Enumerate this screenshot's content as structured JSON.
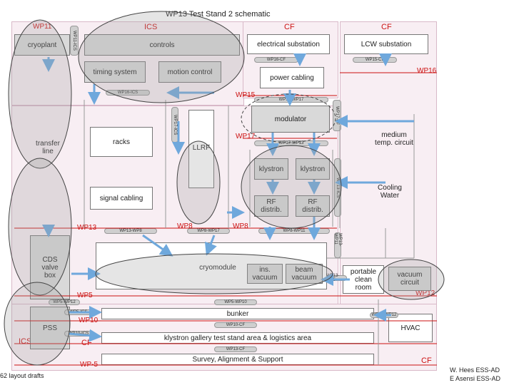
{
  "title": "WP13 Test Stand 2 schematic",
  "headers": {
    "ics_top": "ICS",
    "cf_top_left": "CF",
    "cf_top_right": "CF",
    "ics_bottom": "ICS",
    "cf_bottom": "CF",
    "cf_bottom_right": "CF"
  },
  "wp_labels": {
    "wp11": "WP11",
    "wp16": "WP16",
    "wp15": "WP15",
    "wp17": "WP17",
    "wp13": "WP13",
    "wp8a": "WP8",
    "wp8b": "WP8",
    "wp5a": "WP5",
    "wp10": "WP10",
    "wp12": "WP12",
    "wp5b": "WP-5"
  },
  "boxes": {
    "cryoplant": "cryoplant",
    "controls": "controls",
    "timing_system": "timing system",
    "motion_control": "motion control",
    "electrical_substation": "electrical substation",
    "lcw_substation": "LCW substation",
    "power_cabling": "power cabling",
    "modulator": "modulator",
    "racks": "racks",
    "llrf": "LLRF",
    "klystron_1": "klystron",
    "klystron_2": "klystron",
    "rf_distrib_1": "RF distrib.",
    "rf_distrib_2": "RF distrib.",
    "signal_cabling": "signal cabling",
    "cds_valve_box": "CDS valve box",
    "cryomodule": "cryomodule",
    "ins_vacuum": "ins. vacuum",
    "beam_vacuum": "beam vacuum",
    "portable_clean_room": "portable clean room",
    "vacuum_circuit": "vacuum circuit",
    "bunker": "bunker",
    "pss": "PSS",
    "hvac": "HVAC",
    "klystron_gallery": "klystron gallery test stand area & logistics area",
    "survey": "Survey, Alignment & Support"
  },
  "side_text": {
    "transfer_line": "transfer line",
    "medium_temp": "medium temp. circuit",
    "cooling_water": "Cooling Water"
  },
  "tiny_tags": {
    "wp11_ics": "WP11-ICS",
    "wp16_ics": "WP16-ICS",
    "wp16_cf": "WP16-CF",
    "wp15_cf": "WP15-CF",
    "wp15_wp17": "WP15-WP17",
    "wp17_ics": "WP17-ICS",
    "wp17_wp13": "WP17-WP13",
    "wp17_cf": "WP17-CF",
    "wp13_ics": "WP13-ICS",
    "wp8_wp17": "WP8-WP17",
    "wp13_wp8": "WP13-WP8",
    "wp8_wp11": "WP8-WP11",
    "wp13_wp11": "WP13-WP11",
    "wp13_wp5": "WP13-WP5",
    "wp5_wp12": "WP5-WP12",
    "wp5_ics": "WP5-ICS",
    "wp10_ics": "WP10-ICS",
    "wp5_wp10": "WP5-WP10",
    "wp10_cf": "WP10-CF",
    "wp10_wp12": "WP10-WP12",
    "wp13_cf": "WP13-CF"
  },
  "footer": {
    "left": "62 layout drafts",
    "right_line1": "W. Hees ESS-AD",
    "right_line2": "E Asensi ESS-AD"
  },
  "colors": {
    "wp_label": "#cc1111",
    "arrow": "#6fa8dc",
    "box_fill": "#d9d9d9",
    "region_fill": "#f8eef3"
  }
}
